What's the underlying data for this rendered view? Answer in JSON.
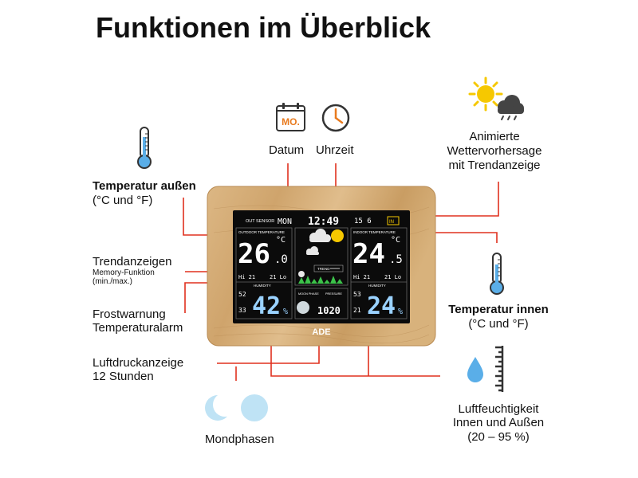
{
  "title": "Funktionen im Überblick",
  "labels": {
    "datum": "Datum",
    "uhrzeit": "Uhrzeit",
    "wetter_1": "Animierte",
    "wetter_2": "Wettervorhersage",
    "wetter_3": "mit Trendanzeige",
    "temp_aussen_1": "Temperatur außen",
    "temp_aussen_2": "(°C und °F)",
    "trend_1": "Trendanzeigen",
    "trend_2": "Memory-Funktion",
    "trend_3": "(min./max.)",
    "frost_1": "Frostwarnung",
    "frost_2": "Temperaturalarm",
    "luftdruck_1": "Luftdruckanzeige",
    "luftdruck_2": "12 Stunden",
    "mond": "Mondphasen",
    "temp_innen_1": "Temperatur innen",
    "temp_innen_2": "(°C und °F)",
    "feuchte_1": "Luftfeuchtigkeit",
    "feuchte_2": "Innen und Außen",
    "feuchte_3": "(20 – 95 %)"
  },
  "icons": {
    "calendar_text": "MO."
  },
  "display": {
    "out_sensor": "OUT SENSOR",
    "day": "MON",
    "time": "12:49",
    "date": "15 6",
    "in_badge": "IN",
    "outdoor_label": "OUTDOOR TEMPERATURE",
    "outdoor_temp": "26",
    "outdoor_dec": ".0",
    "outdoor_unit": "°C",
    "outdoor_hi": "Hi 21",
    "outdoor_lo": "21 Lo",
    "outdoor_hum_label": "HUMIDITY",
    "outdoor_hum_hi": "52",
    "outdoor_hum_lo": "33",
    "outdoor_hum": "42",
    "outdoor_hum_unit": "%",
    "trend": "TREND",
    "moon_label": "MOON PHASE",
    "pressure_label": "PRESSURE",
    "pressure": "1020",
    "indoor_label": "INDOOR TEMPERATURE",
    "indoor_temp": "24",
    "indoor_dec": ".5",
    "indoor_unit": "°C",
    "indoor_hi": "Hi 21",
    "indoor_lo": "21 Lo",
    "indoor_hum_label": "HUMIDITY",
    "indoor_hum_hi": "53",
    "indoor_hum_lo": "21",
    "indoor_hum": "24",
    "indoor_hum_unit": "%",
    "brand": "ADE"
  },
  "colors": {
    "accent_line": "#e0301e",
    "thermo_blue": "#5aaee8",
    "moon_blue": "#bfe3f5",
    "sun_yellow": "#f6c800",
    "calendar_orange": "#e87a1e",
    "wood": "#d9b27c"
  }
}
